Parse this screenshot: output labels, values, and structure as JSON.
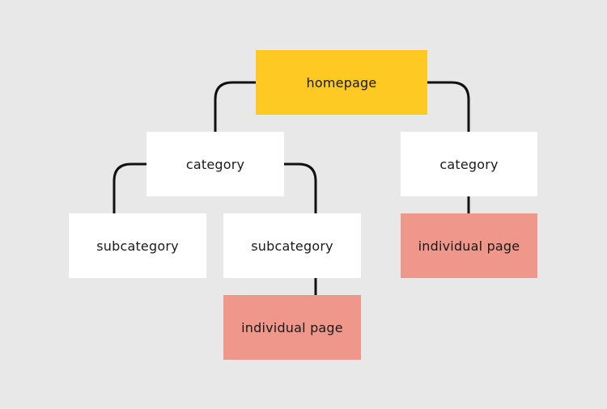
{
  "colors": {
    "background": "#e8e8e8",
    "homepage": "#fdc922",
    "category": "#ffffff",
    "individual_page": "#ef978a",
    "connector": "#111111"
  },
  "nodes": {
    "homepage": "homepage",
    "category_left": "category",
    "category_right": "category",
    "subcategory_left": "subcategory",
    "subcategory_right": "subcategory",
    "individual_page_right": "individual page",
    "individual_page_bottom": "individual page"
  }
}
